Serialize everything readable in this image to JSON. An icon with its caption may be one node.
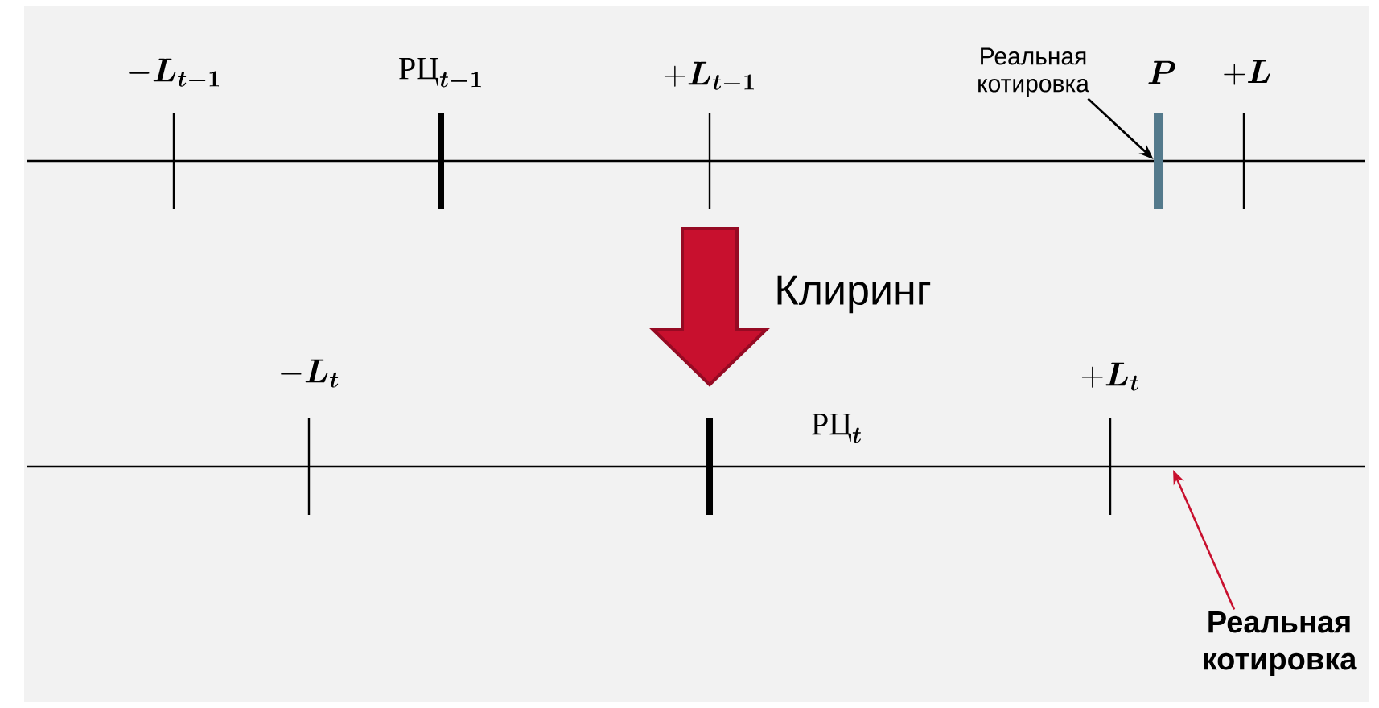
{
  "diagram": {
    "nodes": [
      {
        "text": [
          "Реальная котировка"
        ]
      },
      {
        "text": [],
        "shape": "bar"
      },
      {
        "text": [
          "Реальная котировка"
        ]
      }
    ],
    "edges": [
      {
        "from": 0,
        "to": 1,
        "arrow": "to"
      },
      {
        "from": 2,
        "to": null,
        "arrow": "to",
        "color": "#c8102e"
      }
    ],
    "labels": [
      "-\\boldsymbol{L}_{\\boldsymbol{t-1}}",
      "\\text{РЦ}_{\\boldsymbol{t-1}}",
      "+\\boldsymbol{L}_{\\boldsymbol{t-1}}",
      "\\boldsymbol{P}",
      "+\\boldsymbol{L}",
      "Клиринг",
      "-\\boldsymbol{L}_{\\boldsymbol{t}}",
      "\\text{РЦ}_{\\boldsymbol{t}}",
      "+\\boldsymbol{L}_{\\boldsymbol{t}}"
    ]
  }
}
